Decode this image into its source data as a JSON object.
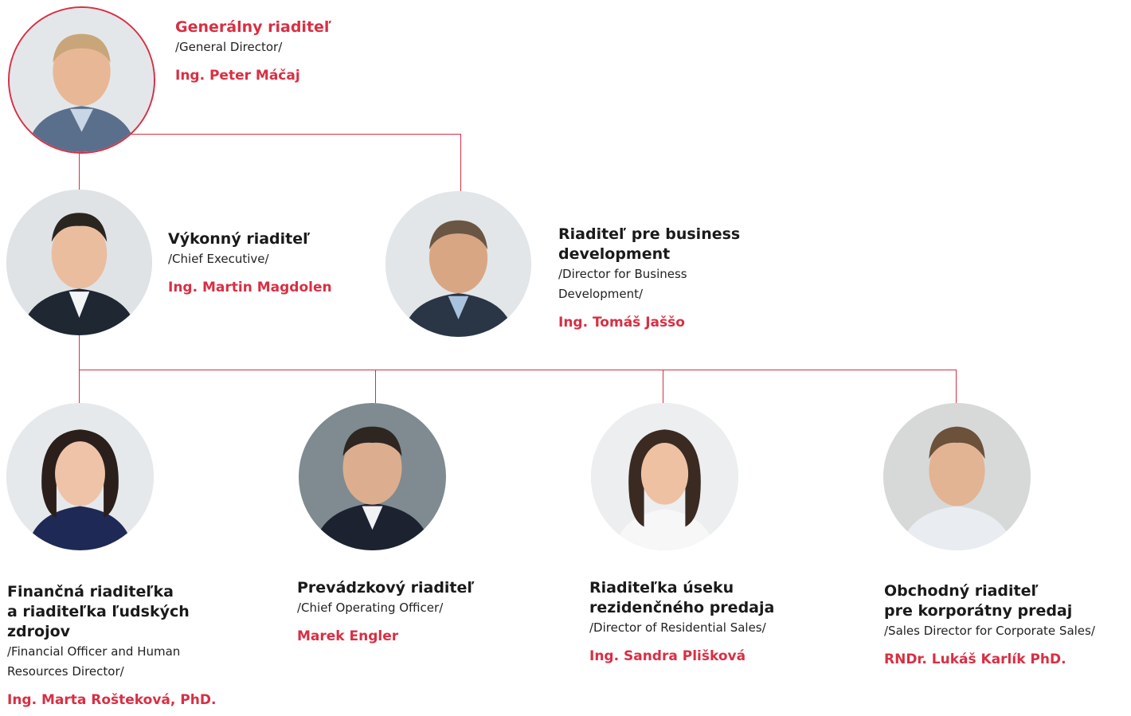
{
  "people": {
    "general_director": {
      "title": "Generálny riaditeľ",
      "subtitle": "/General Director/",
      "name": "Ing. Peter Máčaj"
    },
    "chief_executive": {
      "title": "Výkonný riaditeľ",
      "subtitle": "/Chief Executive/",
      "name": "Ing. Martin Magdolen"
    },
    "business_development": {
      "title": "Riaditeľ pre business\ndevelopment",
      "subtitle": "/Director for Business\nDevelopment/",
      "name": "Ing. Tomáš Jaššo"
    },
    "financial_officer": {
      "title": "Finančná riaditeľka\na riaditeľka ľudských\nzdrojov",
      "subtitle": "/Financial Officer and Human\nResources Director/",
      "name": "Ing. Marta Rošteková, PhD."
    },
    "chief_operating": {
      "title": "Prevádzkový riaditeľ",
      "subtitle": "/Chief Operating Officer/",
      "name": "Marek Engler"
    },
    "residential_sales": {
      "title": "Riaditeľka úseku\nrezidenčného predaja",
      "subtitle": "/Director of Residential Sales/",
      "name": "Ing. Sandra Plišková"
    },
    "corporate_sales": {
      "title": "Obchodný riaditeľ\npre korporátny predaj",
      "subtitle": "/Sales Director for Corporate Sales/",
      "name": "RNDr. Lukáš Karlík PhD."
    }
  },
  "colors": {
    "accent": "#d82f44",
    "text": "#1a1a1a"
  }
}
